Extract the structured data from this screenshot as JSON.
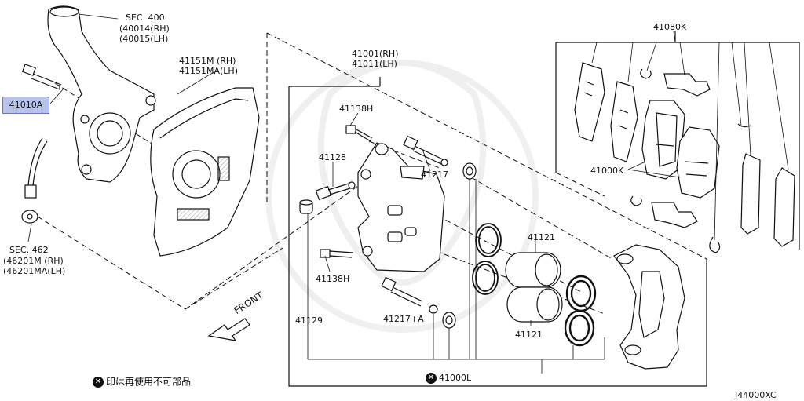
{
  "labels": {
    "sec400": "SEC. 400",
    "p40014": "(40014(RH)",
    "p40015": "(40015(LH)",
    "p41010A": "41010A",
    "p41151M": "41151M  (RH)",
    "p41151MA": "41151MA(LH)",
    "p41001": "41001(RH)",
    "p41011": "41011(LH)",
    "p41080K": "41080K",
    "p41138H_top": "41138H",
    "p41128": "41128",
    "p41217": "41217",
    "p41000K": "41000K",
    "sec462": "SEC. 462",
    "p46201M": "(46201M  (RH)",
    "p46201MA": "(46201MA(LH)",
    "p41138H_bot": "41138H",
    "p41121_top": "41121",
    "p41121_bot": "41121",
    "front": "FRONT",
    "p41129": "41129",
    "p41217A": "41217+A",
    "p41000L": "41000L",
    "legend_text": "印は再使用不可部品",
    "diagram_code": "J44000XC"
  },
  "icons": {
    "not_reusable": "circled-x-icon"
  }
}
